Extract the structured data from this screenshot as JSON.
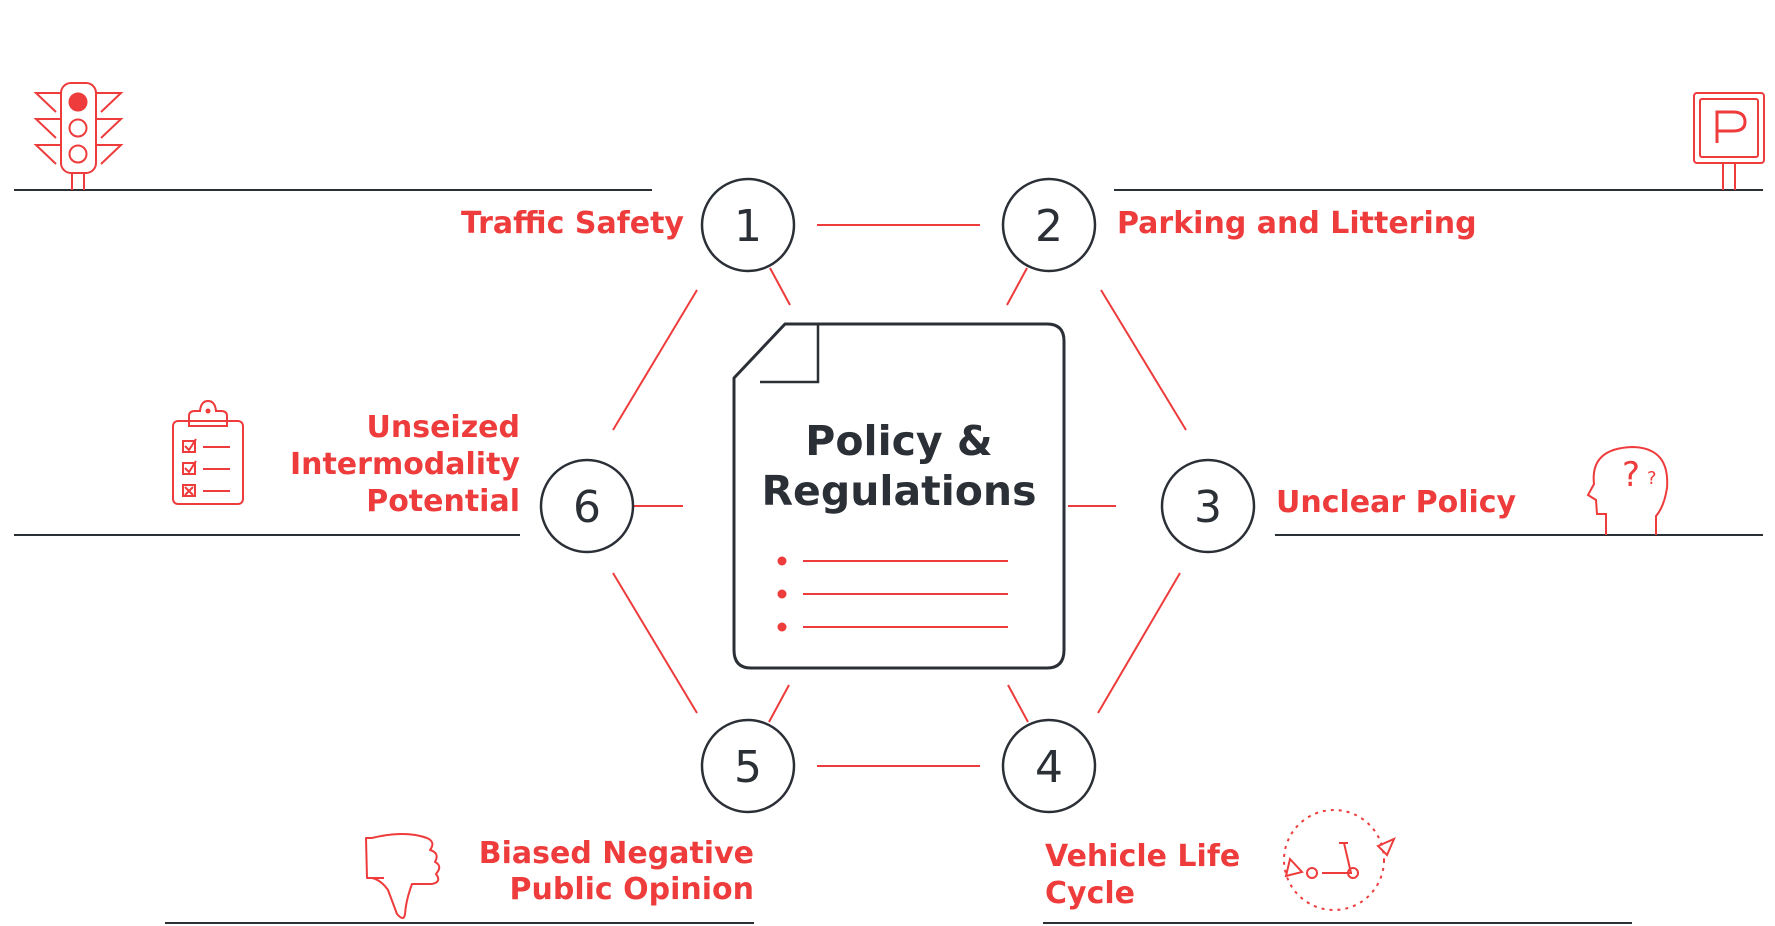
{
  "colors": {
    "accent": "#ee3b3b",
    "dark": "#2b2f36",
    "background": "#ffffff"
  },
  "center": {
    "title_line1": "Policy &",
    "title_line2": "Regulations"
  },
  "nodes": [
    {
      "number": "1",
      "label_lines": [
        "Traffic Safety"
      ],
      "icon": "traffic-light-icon"
    },
    {
      "number": "2",
      "label_lines": [
        "Parking and Littering"
      ],
      "icon": "parking-sign-icon"
    },
    {
      "number": "3",
      "label_lines": [
        "Unclear Policy"
      ],
      "icon": "head-question-icon"
    },
    {
      "number": "4",
      "label_lines": [
        "Vehicle Life",
        "Cycle"
      ],
      "icon": "scooter-cycle-icon"
    },
    {
      "number": "5",
      "label_lines": [
        "Biased Negative",
        "Public Opinion"
      ],
      "icon": "thumbs-down-icon"
    },
    {
      "number": "6",
      "label_lines": [
        "Unseized",
        "Intermodality",
        "Potential"
      ],
      "icon": "clipboard-checklist-icon"
    }
  ]
}
